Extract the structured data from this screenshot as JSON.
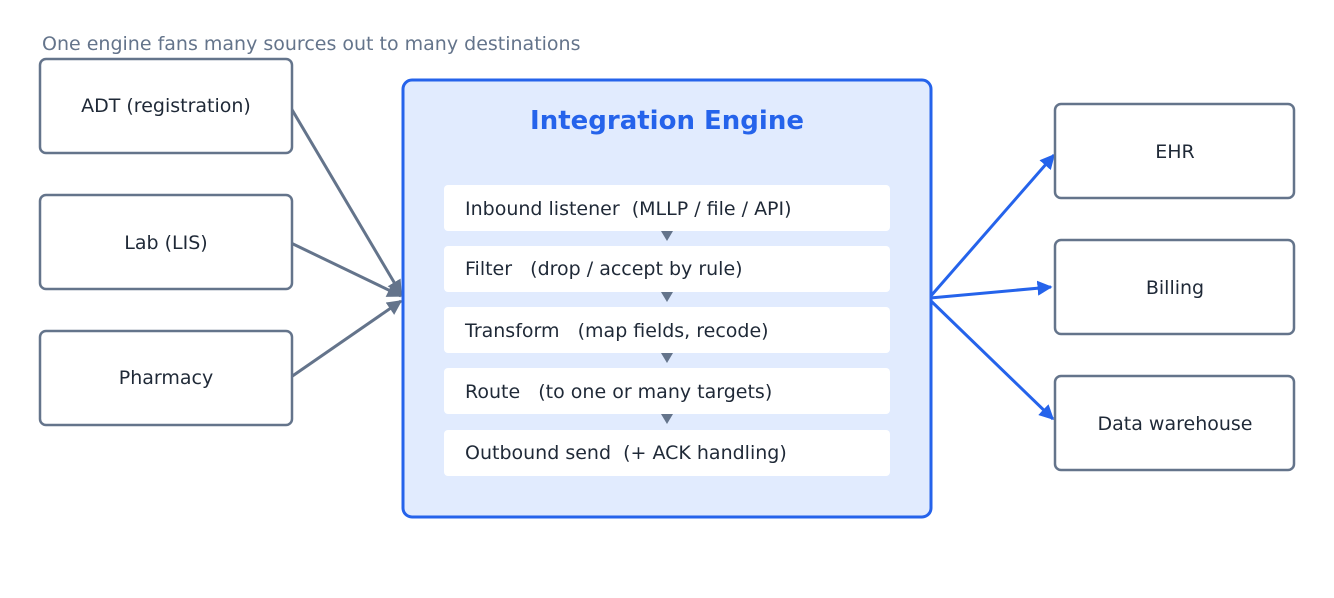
{
  "caption": "One engine fans many sources out to many destinations",
  "engine": {
    "title": "Integration Engine",
    "stages": [
      "Inbound listener  (MLLP / file / API)",
      "Filter   (drop / accept by rule)",
      "Transform   (map fields, recode)",
      "Route   (to one or many targets)",
      "Outbound send  (+ ACK handling)"
    ]
  },
  "sources": [
    "ADT (registration)",
    "Lab (LIS)",
    "Pharmacy"
  ],
  "destinations": [
    "EHR",
    "Billing",
    "Data warehouse"
  ],
  "colors": {
    "accent": "#2563eb",
    "neutral": "#64748b",
    "engine_fill": "#e1ebfe",
    "text": "#1f2937"
  }
}
